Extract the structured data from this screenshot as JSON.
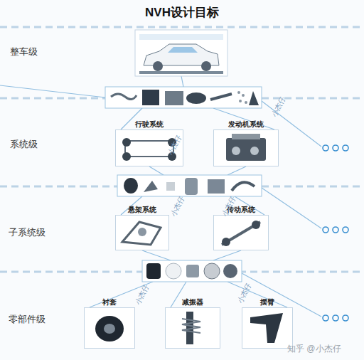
{
  "diagram": {
    "title": "NVH设计目标",
    "nodes": [
      {
        "text": [
          "行驶系统"
        ]
      },
      {
        "text": [
          "发动机系统"
        ]
      },
      {
        "text": [
          "悬架系统"
        ]
      },
      {
        "text": [
          "传动系统"
        ]
      },
      {
        "text": [
          "衬套"
        ]
      },
      {
        "text": [
          "减振器"
        ]
      },
      {
        "text": [
          "摆臂"
        ]
      }
    ],
    "labels": [
      "整车级",
      "系统级",
      "子系统级",
      "零部件级",
      "小杰仔",
      "小杰仔",
      "小杰仔",
      "小杰仔",
      "小杰仔",
      "小杰仔",
      "知乎 @小杰仔"
    ]
  }
}
